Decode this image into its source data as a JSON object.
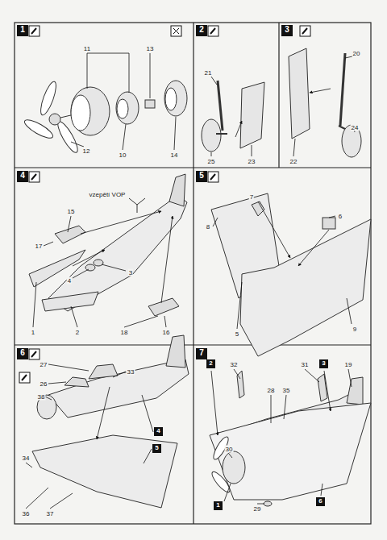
{
  "diagram": {
    "nodes": [
      {
        "text": [
          "1"
        ]
      },
      {
        "text": [
          "2"
        ]
      },
      {
        "text": [
          "3"
        ]
      },
      {
        "text": [
          "4"
        ]
      },
      {
        "text": [
          "5"
        ]
      },
      {
        "text": [
          "6"
        ]
      },
      {
        "text": [
          "4"
        ]
      },
      {
        "text": [
          "5"
        ]
      },
      {
        "text": [
          "7"
        ]
      },
      {
        "text": [
          "2"
        ]
      },
      {
        "text": [
          "3"
        ]
      },
      {
        "text": [
          "1"
        ]
      },
      {
        "text": [
          "6"
        ]
      }
    ],
    "labels": [
      "11",
      "13",
      "10",
      "14",
      "12",
      "21",
      "25",
      "23",
      "20",
      "24",
      "22",
      "vzepětí VOP",
      "15",
      "17",
      "3",
      "4",
      "1",
      "2",
      "18",
      "16",
      "7",
      "6",
      "8",
      "5",
      "9",
      "27",
      "33",
      "26",
      "38",
      "34",
      "36",
      "37",
      "32",
      "28",
      "35",
      "31",
      "19",
      "30",
      "29"
    ]
  }
}
